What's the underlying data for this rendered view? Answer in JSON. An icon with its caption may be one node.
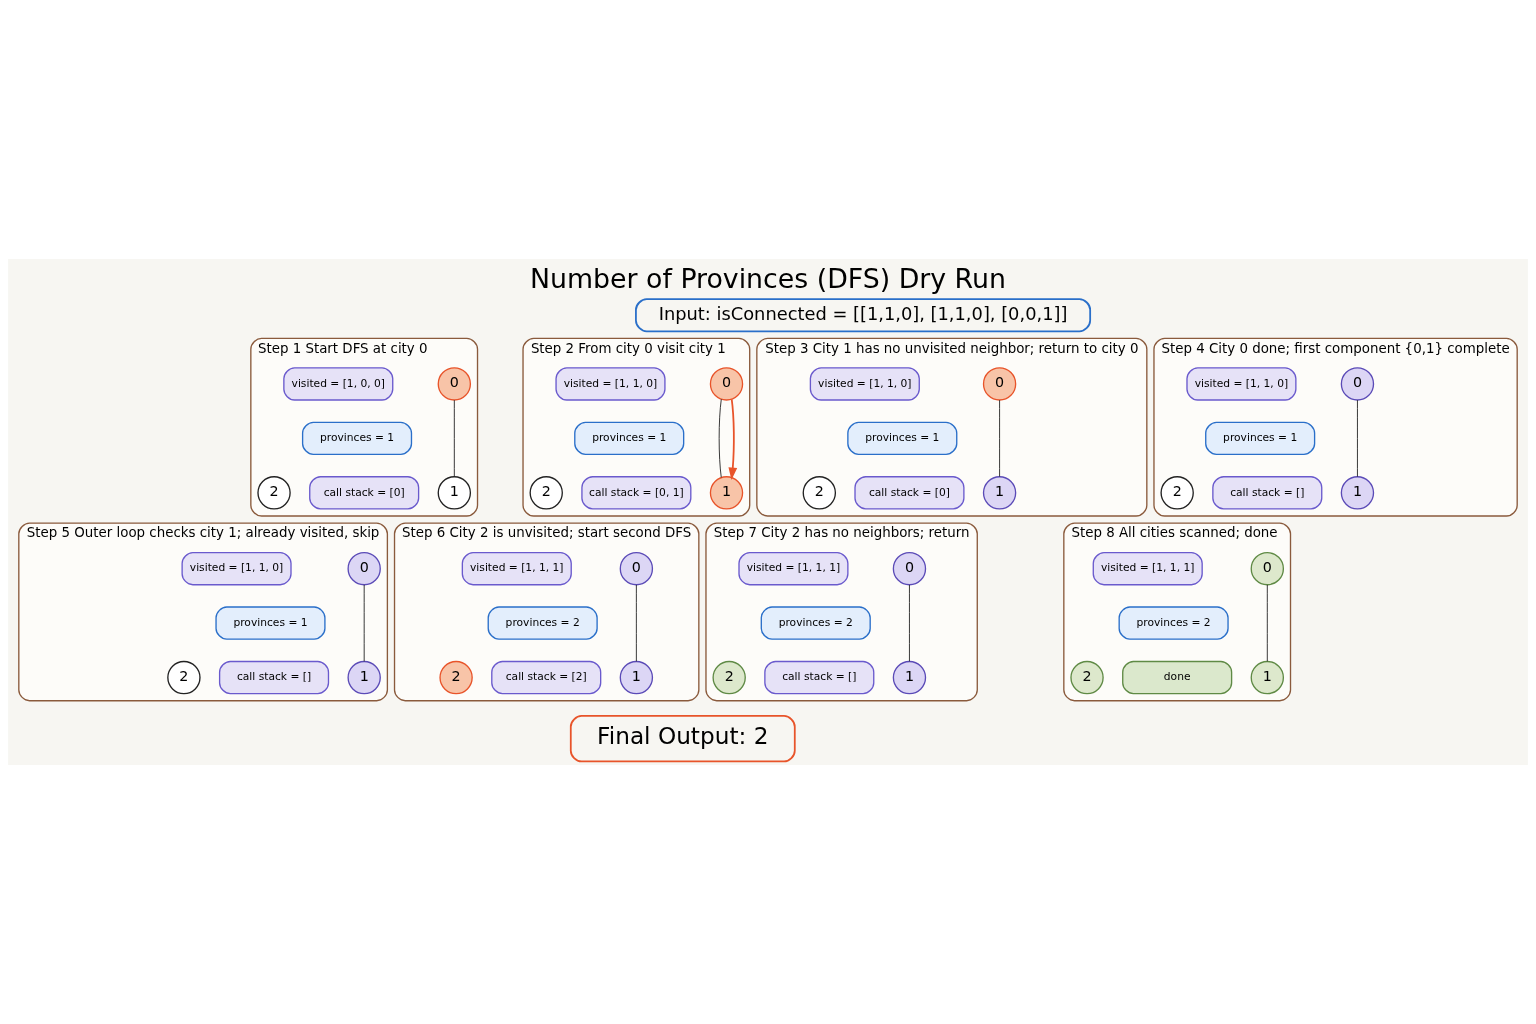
{
  "diagram": {
    "title": "Number of Provinces (DFS) Dry Run",
    "nodes": [
      {
        "text": [
          "Input: isConnected = [[1,1,0], [1,1,0], [0,0,1]]"
        ]
      },
      {
        "text": [
          "Step 1 Start DFS at city 0"
        ]
      },
      {
        "text": [
          "0"
        ],
        "in": 1
      },
      {
        "text": [
          "1"
        ],
        "in": 1
      },
      {
        "text": [
          "2"
        ],
        "in": 1
      },
      {
        "text": [
          "visited = [1, 0, 0]"
        ],
        "in": 1
      },
      {
        "text": [
          "provinces = 1"
        ],
        "in": 1
      },
      {
        "text": [
          "call stack = [0]"
        ],
        "in": 1
      },
      {
        "text": [
          "Step 2 From city 0 visit city 1"
        ]
      },
      {
        "text": [
          "0"
        ],
        "in": 8
      },
      {
        "text": [
          "1"
        ],
        "in": 8
      },
      {
        "text": [
          "2"
        ],
        "in": 8
      },
      {
        "text": [
          "visited = [1, 1, 0]"
        ],
        "in": 8
      },
      {
        "text": [
          "provinces = 1"
        ],
        "in": 8
      },
      {
        "text": [
          "call stack = [0, 1]"
        ],
        "in": 8
      },
      {
        "text": [
          "Step 3 City 1 has no unvisited neighbor; return to city 0"
        ]
      },
      {
        "text": [
          "0"
        ],
        "in": 15
      },
      {
        "text": [
          "1"
        ],
        "in": 15
      },
      {
        "text": [
          "2"
        ],
        "in": 15
      },
      {
        "text": [
          "visited = [1, 1, 0]"
        ],
        "in": 15
      },
      {
        "text": [
          "provinces = 1"
        ],
        "in": 15
      },
      {
        "text": [
          "call stack = [0]"
        ],
        "in": 15
      },
      {
        "text": [
          "Step 4 City 0 done; first component {0,1} complete"
        ]
      },
      {
        "text": [
          "0"
        ],
        "in": 22
      },
      {
        "text": [
          "1"
        ],
        "in": 22
      },
      {
        "text": [
          "2"
        ],
        "in": 22
      },
      {
        "text": [
          "visited = [1, 1, 0]"
        ],
        "in": 22
      },
      {
        "text": [
          "provinces = 1"
        ],
        "in": 22
      },
      {
        "text": [
          "call stack = []"
        ],
        "in": 22
      },
      {
        "text": [
          "Step 5 Outer loop checks city 1; already visited, skip"
        ]
      },
      {
        "text": [
          "0"
        ],
        "in": 29
      },
      {
        "text": [
          "1"
        ],
        "in": 29
      },
      {
        "text": [
          "2"
        ],
        "in": 29
      },
      {
        "text": [
          "visited = [1, 1, 0]"
        ],
        "in": 29
      },
      {
        "text": [
          "provinces = 1"
        ],
        "in": 29
      },
      {
        "text": [
          "call stack = []"
        ],
        "in": 29
      },
      {
        "text": [
          "Step 6 City 2 is unvisited; start second DFS"
        ]
      },
      {
        "text": [
          "0"
        ],
        "in": 36
      },
      {
        "text": [
          "1"
        ],
        "in": 36
      },
      {
        "text": [
          "2"
        ],
        "in": 36
      },
      {
        "text": [
          "visited = [1, 1, 1]"
        ],
        "in": 36
      },
      {
        "text": [
          "provinces = 2"
        ],
        "in": 36
      },
      {
        "text": [
          "call stack = [2]"
        ],
        "in": 36
      },
      {
        "text": [
          "Step 7 City 2 has no neighbors; return"
        ]
      },
      {
        "text": [
          "0"
        ],
        "in": 43
      },
      {
        "text": [
          "1"
        ],
        "in": 43
      },
      {
        "text": [
          "2"
        ],
        "in": 43
      },
      {
        "text": [
          "visited = [1, 1, 1]"
        ],
        "in": 43
      },
      {
        "text": [
          "provinces = 2"
        ],
        "in": 43
      },
      {
        "text": [
          "call stack = []"
        ],
        "in": 43
      },
      {
        "text": [
          "Step 8 All cities scanned; done"
        ]
      },
      {
        "text": [
          "0"
        ],
        "in": 50
      },
      {
        "text": [
          "1"
        ],
        "in": 50
      },
      {
        "text": [
          "2"
        ],
        "in": 50
      },
      {
        "text": [
          "visited = [1, 1, 1]"
        ],
        "in": 50
      },
      {
        "text": [
          "provinces = 2"
        ],
        "in": 50
      },
      {
        "text": [
          "done"
        ],
        "in": 50
      },
      {
        "text": [
          "Final Output: 2"
        ]
      }
    ],
    "edges": [
      {
        "from": 2,
        "to": 3,
        "arrow": "none"
      },
      {
        "from": 9,
        "to": 10,
        "arrow": "none"
      },
      {
        "from": 9,
        "to": 10,
        "arrow": "to",
        "color": "#e8542a"
      },
      {
        "from": 16,
        "to": 17,
        "arrow": "none"
      },
      {
        "from": 23,
        "to": 24,
        "arrow": "none"
      },
      {
        "from": 30,
        "to": 31,
        "arrow": "none"
      },
      {
        "from": 37,
        "to": 38,
        "arrow": "none"
      },
      {
        "from": 44,
        "to": 45,
        "arrow": "none"
      },
      {
        "from": 51,
        "to": 52,
        "arrow": "none"
      }
    ]
  }
}
